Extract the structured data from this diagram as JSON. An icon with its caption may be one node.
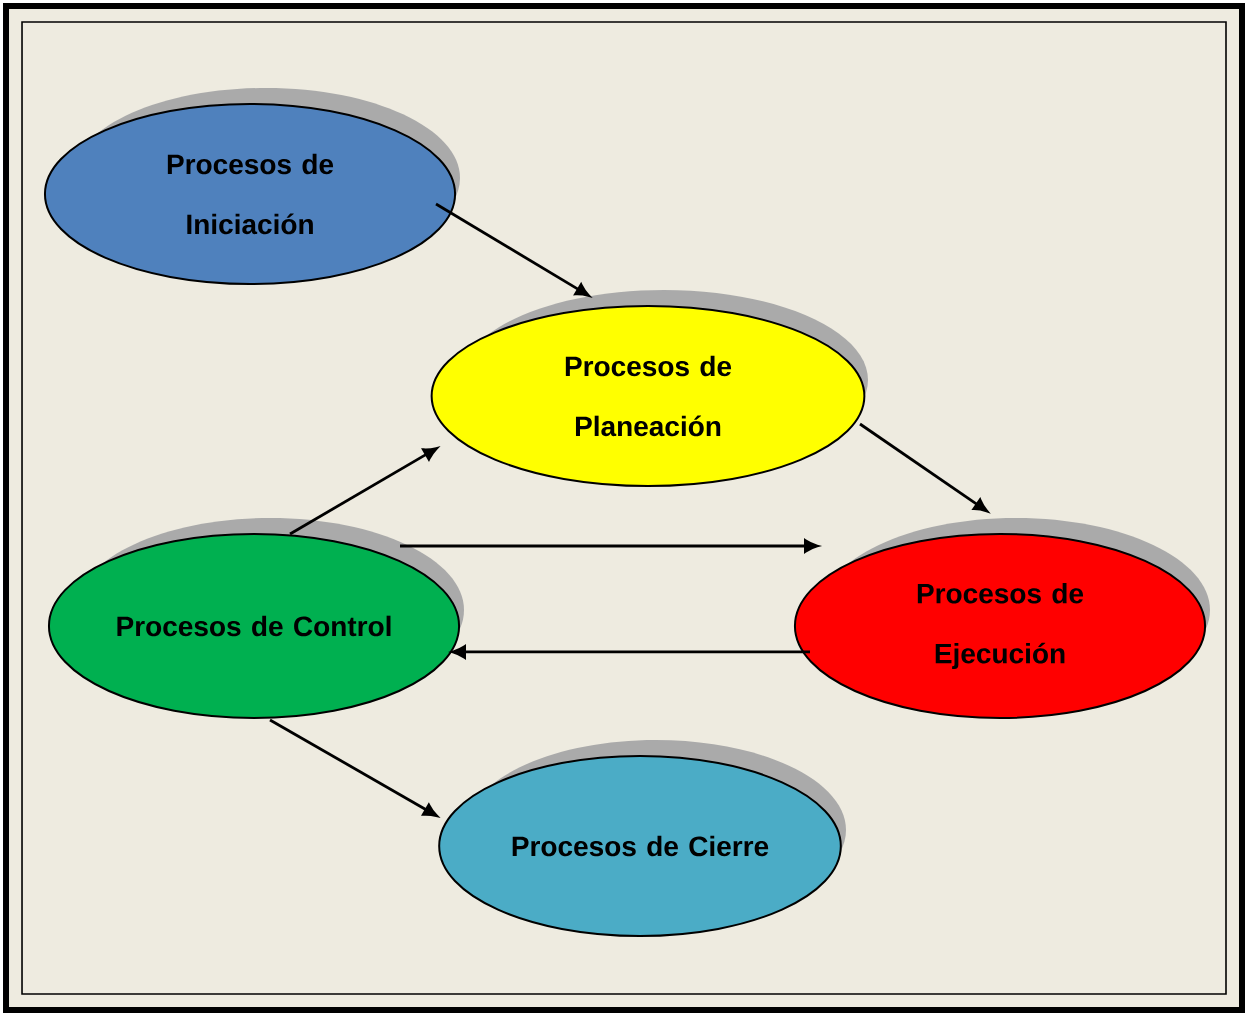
{
  "diagram": {
    "nodes": [
      {
        "text": [
          "Procesos de Iniciación"
        ]
      },
      {
        "text": [
          "Procesos de Planeación"
        ]
      },
      {
        "text": [
          "Procesos de Control"
        ]
      },
      {
        "text": [
          "Procesos de Ejecución"
        ]
      },
      {
        "text": [
          "Procesos de Cierre"
        ]
      }
    ],
    "edges": [
      {
        "from": 0,
        "to": 1,
        "arrow": "to"
      },
      {
        "from": 1,
        "to": 3,
        "arrow": "to"
      },
      {
        "from": 2,
        "to": 1,
        "arrow": "to"
      },
      {
        "from": 2,
        "to": 3,
        "arrow": "to"
      },
      {
        "from": 3,
        "to": 2,
        "arrow": "to"
      },
      {
        "from": 2,
        "to": 4,
        "arrow": "to"
      }
    ]
  }
}
